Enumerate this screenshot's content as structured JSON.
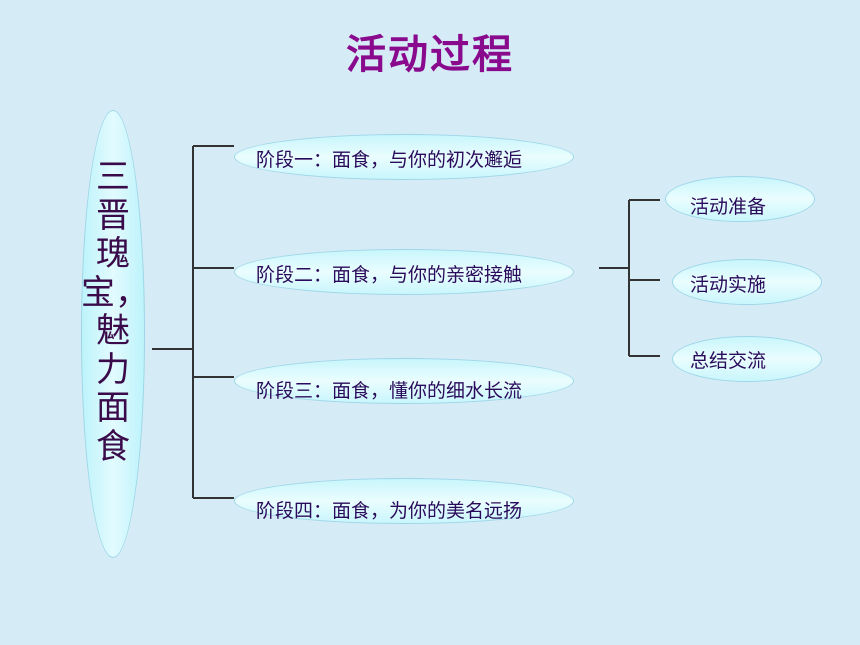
{
  "title": "活动过程",
  "root": {
    "label": "三晋瑰宝，魅力面食"
  },
  "stages": [
    {
      "label": "阶段一：面食，与你的初次邂逅"
    },
    {
      "label": "阶段二：面食，与你的亲密接触"
    },
    {
      "label": "阶段三：面食，懂你的细水长流"
    },
    {
      "label": "阶段四：面食，为你的美名远扬"
    }
  ],
  "activities": [
    {
      "label": "活动准备"
    },
    {
      "label": "活动实施"
    },
    {
      "label": "总结交流"
    }
  ],
  "colors": {
    "title": "#8a0a8e",
    "background": "#d5ecf6",
    "node_fill": "#dff9fd",
    "line": "#333333"
  }
}
